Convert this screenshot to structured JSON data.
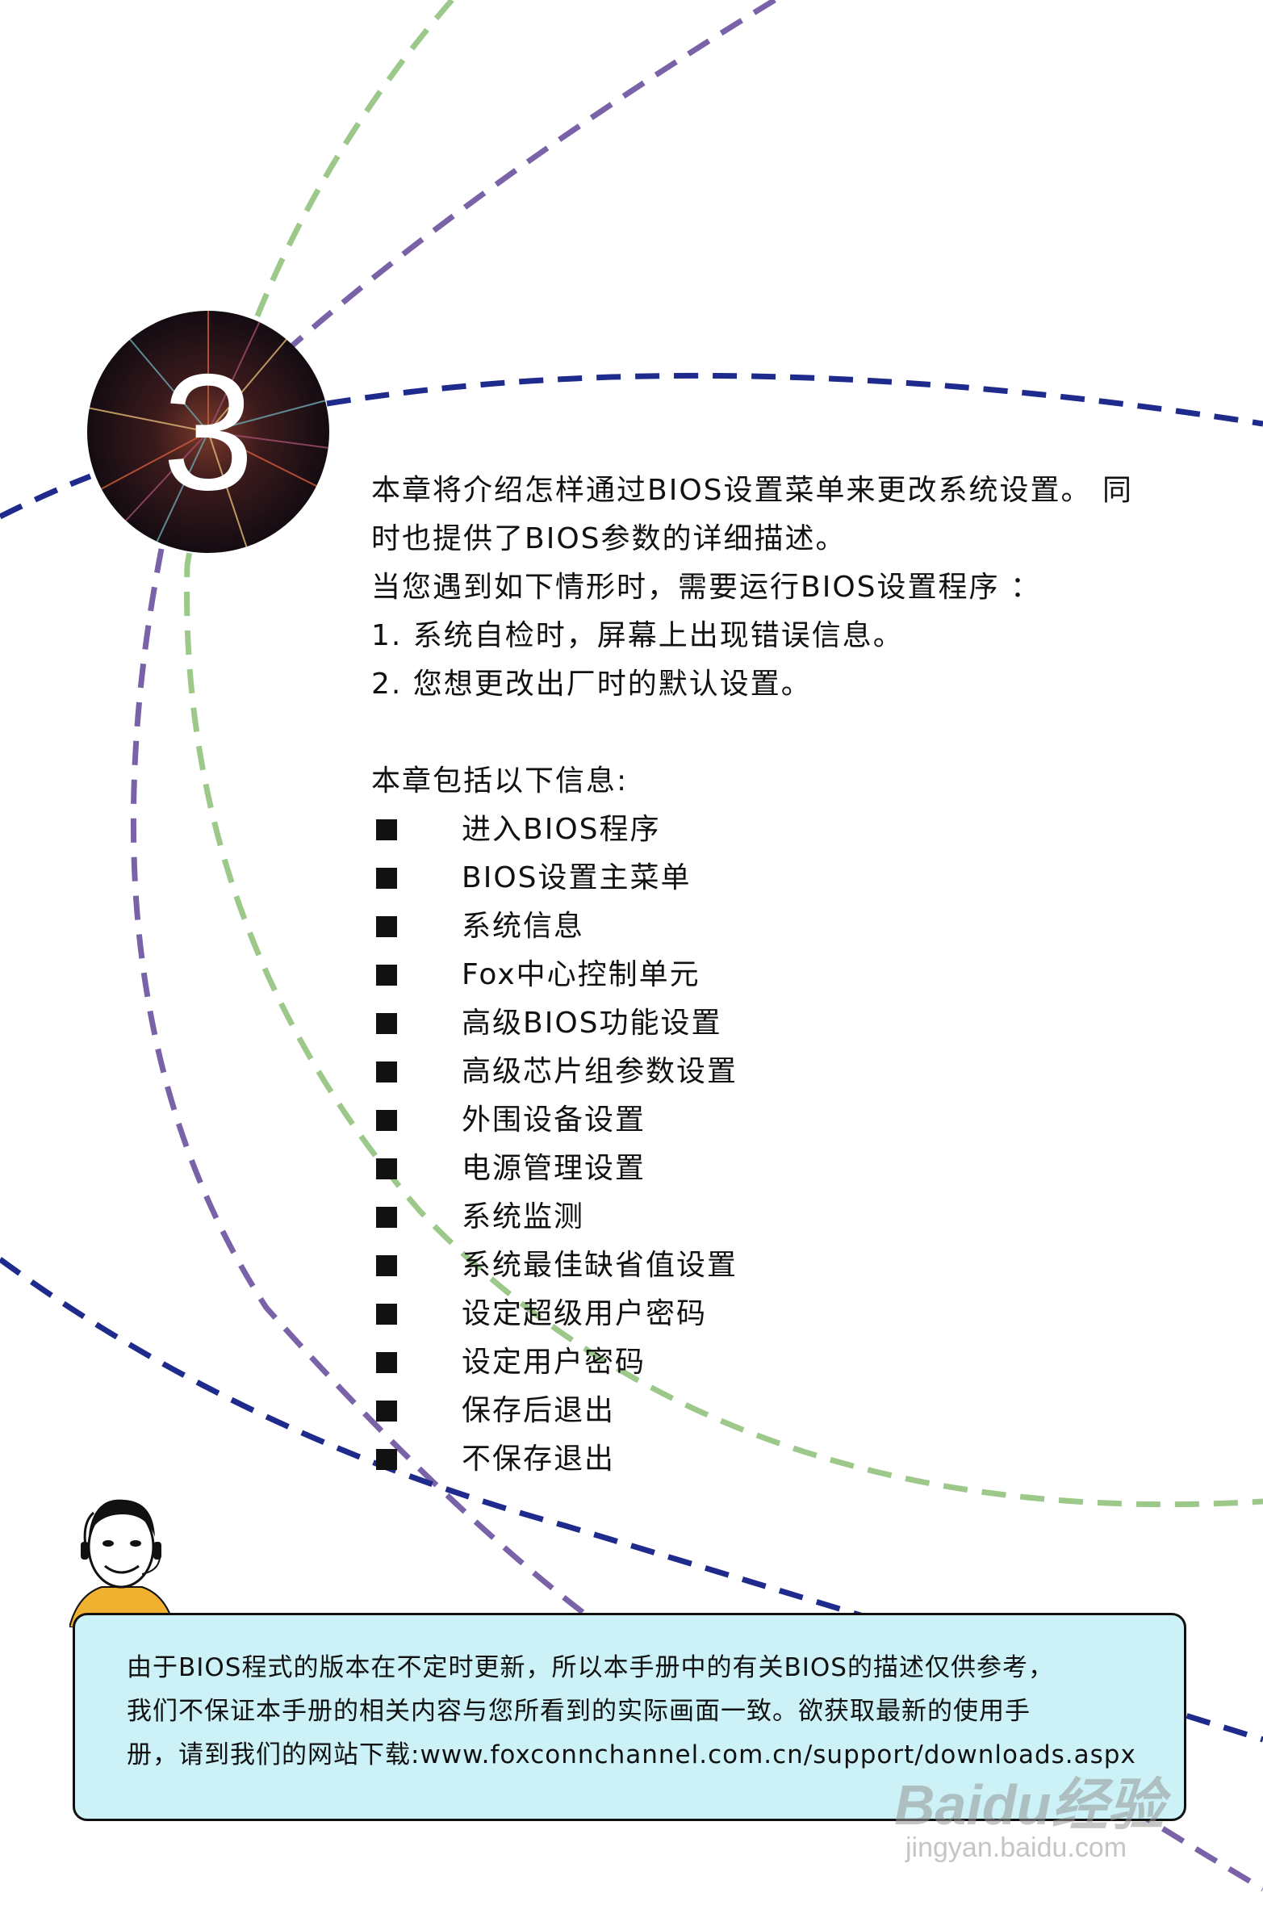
{
  "chapter": {
    "number": "3"
  },
  "intro": {
    "line1": "本章将介绍怎样通过BIOS设置菜单来更改系统设置。 同",
    "line2": "时也提供了BIOS参数的详细描述。",
    "line3": "当您遇到如下情形时，需要运行BIOS设置程序 ：",
    "case1": "1. 系统自检时，屏幕上出现错误信息。",
    "case2": "2. 您想更改出厂时的默认设置。"
  },
  "toc": {
    "heading": "本章包括以下信息:",
    "items": [
      "进入BIOS程序",
      "BIOS设置主菜单",
      "系统信息",
      "Fox中心控制单元",
      "高级BIOS功能设置",
      "高级芯片组参数设置",
      "外围设备设置",
      "电源管理设置",
      "系统监测",
      "系统最佳缺省值设置",
      "设定超级用户密码",
      "设定用户密码",
      "保存后退出",
      "不保存退出"
    ]
  },
  "notice": {
    "line1": "由于BIOS程式的版本在不定时更新，所以本手册中的有关BIOS的描述仅供参考，",
    "line2": "我们不保证本手册的相关内容与您所看到的实际画面一致。欲获取最新的使用手",
    "line3": "册，请到我们的网站下载:www.foxconnchannel.com.cn/support/downloads.aspx"
  },
  "watermark": {
    "logo": "Baidu经验",
    "sub": "jingyan.baidu.com"
  },
  "colors": {
    "green_arc": "#9cc88a",
    "purple_arc": "#7a62a8",
    "navy_arc": "#1e2a8c",
    "notice_bg": "#ccf2f8"
  }
}
